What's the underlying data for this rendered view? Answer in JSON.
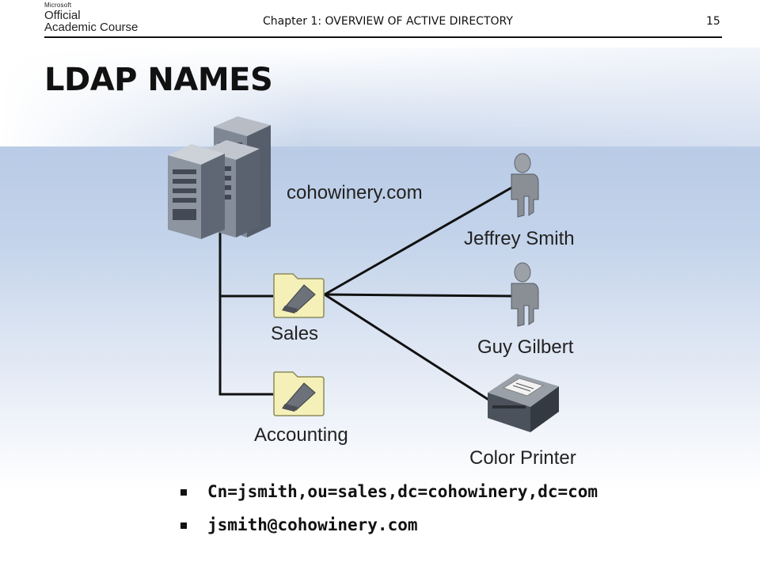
{
  "header": {
    "logo": {
      "microsoft": "Microsoft",
      "line1": "Official",
      "line2": "Academic Course"
    },
    "chapter": "Chapter 1: OVERVIEW OF ACTIVE DIRECTORY",
    "page_number": "15"
  },
  "slide_title": "LDAP NAMES",
  "diagram": {
    "domain_label": "cohowinery.com",
    "ous": [
      {
        "label": "Sales"
      },
      {
        "label": "Accounting"
      }
    ],
    "objects": [
      {
        "label": "Jeffrey Smith",
        "icon": "user-icon"
      },
      {
        "label": "Guy Gilbert",
        "icon": "user-icon"
      },
      {
        "label": "Color Printer",
        "icon": "printer-icon"
      }
    ]
  },
  "bullets": [
    "Cn=jsmith,ou=sales,dc=cohowinery,dc=com",
    "jsmith@cohowinery.com"
  ],
  "colors": {
    "folder": "#f4f0b8",
    "server": "#5b6472",
    "user": "#8a8f96",
    "line": "#111111"
  }
}
